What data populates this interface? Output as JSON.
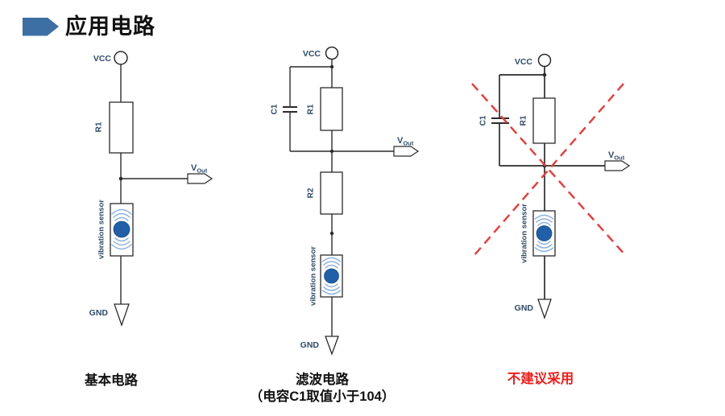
{
  "title": {
    "text": "应用电路"
  },
  "colors": {
    "accent_blue": "#3e6fa4",
    "wire": "#2b2b2b",
    "label_navy": "#2f4a68",
    "sensor_ball": "#2160a6",
    "sensor_wave": "#8fb3dd",
    "cross_red": "#e04340",
    "warning_red": "#e8211d"
  },
  "circuits": [
    {
      "name": "basic",
      "labels": {
        "vcc": "VCC",
        "r1": "R1",
        "sensor": "vibration sensor",
        "gnd": "GND",
        "vout_v": "V",
        "vout_sub": "Out"
      },
      "caption": "基本电路"
    },
    {
      "name": "filter",
      "labels": {
        "vcc": "VCC",
        "c1": "C1",
        "r1": "R1",
        "r2": "R2",
        "sensor": "vibration sensor",
        "gnd": "GND",
        "vout_v": "V",
        "vout_sub": "Out"
      },
      "caption_line1": "滤波电路",
      "caption_line2": "（电容C1取值小于104）"
    },
    {
      "name": "not_recommended",
      "labels": {
        "vcc": "VCC",
        "c1": "C1",
        "r1": "R1",
        "sensor": "vibration sensor",
        "gnd": "GND",
        "vout_v": "V",
        "vout_sub": "Out"
      },
      "caption": "不建议采用"
    }
  ]
}
